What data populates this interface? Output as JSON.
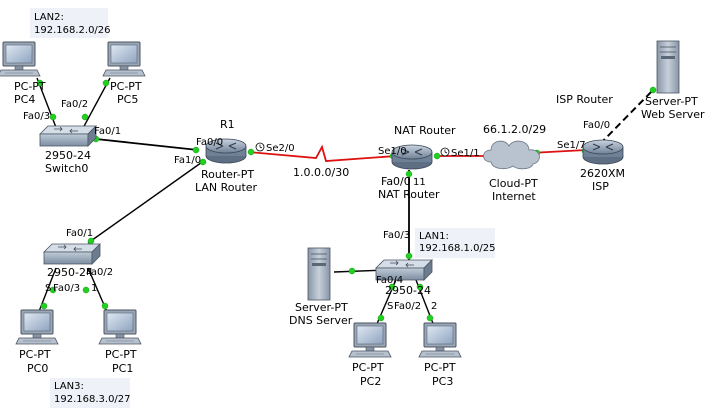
{
  "devices": {
    "pc4": {
      "model": "PC-PT",
      "name": "PC4"
    },
    "pc5": {
      "model": "PC-PT",
      "name": "PC5"
    },
    "switch0": {
      "model": "2950-24",
      "name": "Switch0"
    },
    "lan_router": {
      "top": "R1",
      "model": "Router-PT",
      "name": "LAN Router"
    },
    "nat_router": {
      "top": "NAT Router",
      "model": "Fa0/0",
      "name": "NAT Router"
    },
    "internet": {
      "model": "Cloud-PT",
      "name": "Internet"
    },
    "isp_router": {
      "top": "ISP Router",
      "model": "2620XM",
      "name": "ISP"
    },
    "web_server": {
      "model": "Server-PT",
      "name": "Web Server"
    },
    "dns_server": {
      "model": "Server-PT",
      "name": "DNS Server"
    },
    "switch_lan1": {
      "model": "2950-24"
    },
    "switch_lan3": {
      "model": "2950-24"
    },
    "pc0": {
      "model": "PC-PT",
      "name": "PC0"
    },
    "pc1": {
      "model": "PC-PT",
      "name": "PC1"
    },
    "pc2": {
      "model": "PC-PT",
      "name": "PC2"
    },
    "pc3": {
      "model": "PC-PT",
      "name": "PC3"
    }
  },
  "notes": {
    "lan2": {
      "title": "LAN2:",
      "subnet": "192.168.2.0/26"
    },
    "lan1": {
      "title": "LAN1:",
      "subnet": "192.168.1.0/25"
    },
    "lan3": {
      "title": "LAN3:",
      "subnet": "192.168.3.0/27"
    },
    "wan_link": "1.0.0.0/30",
    "isp_link": "66.1.2.0/29"
  },
  "ports": {
    "pc4_sw0": "Fa0/3",
    "pc5_sw0": "Fa0/2",
    "sw0_r1": "Fa0/1",
    "r1_fa00": "Fa0/0",
    "r1_fa10": "Fa1/0",
    "r1_se20": "Se2/0",
    "nat_se10": "Se1/0",
    "nat_se11": "Se1/1",
    "nat_fa01": "11",
    "isp_fa00": "Fa0/0",
    "isp_se17": "Se1/7",
    "lan3_fa01": "Fa0/1",
    "lan3_fa02": "Fa0/2",
    "lan3_fa03": "Fa0/3",
    "lan3_s": "S",
    "lan3_1": "1",
    "lan1_fa03": "Fa0/3",
    "lan1_fa04": "Fa0/4",
    "lan1_fa02": "Fa0/2",
    "lan1_s": "S",
    "lan1_2": "2"
  },
  "colors": {
    "ethernet": "#000000",
    "serial": "#dd1111",
    "port_dot": "#22d022"
  }
}
